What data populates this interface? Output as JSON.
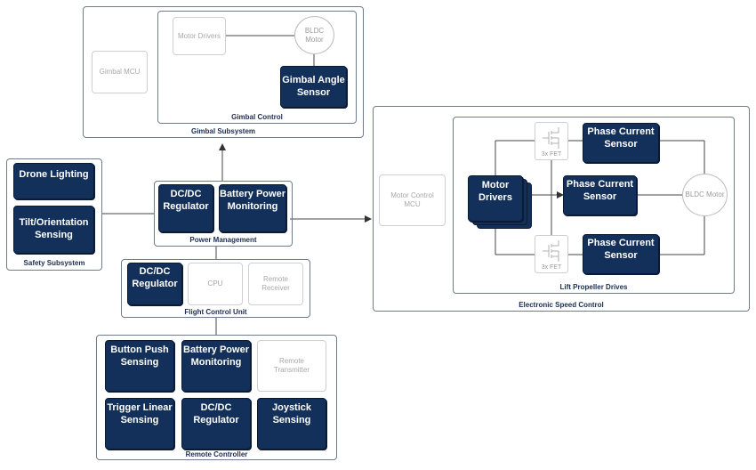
{
  "gimbal_subsystem": {
    "label": "Gimbal Subsystem",
    "mcu": "Gimbal MCU",
    "gimbal_control": {
      "label": "Gimbal Control",
      "motor_drivers": "Motor Drivers",
      "bldc_motor": "BLDC\nMotor",
      "angle_sensor": "Gimbal Angle\nSensor"
    }
  },
  "safety_subsystem": {
    "label": "Safety Subsystem",
    "drone_lighting": "Drone Lighting",
    "tilt_sensing": "Tilt/Orientation\nSensing"
  },
  "power_management": {
    "label": "Power Management",
    "dcdc": "DC/DC\nRegulator",
    "battery_monitor": "Battery Power\nMonitoring"
  },
  "flight_control_unit": {
    "label": "Flight Control Unit",
    "dcdc": "DC/DC\nRegulator",
    "cpu": "CPU",
    "remote_receiver": "Remote\nReceiver"
  },
  "remote_controller": {
    "label": "Remote Controller",
    "button_push": "Button Push\nSensing",
    "battery_monitor": "Battery Power\nMonitoring",
    "remote_transmitter": "Remote\nTransmitter",
    "trigger_linear": "Trigger Linear\nSensing",
    "dcdc": "DC/DC\nRegulator",
    "joystick": "Joystick\nSensing"
  },
  "esc": {
    "label": "Electronic Speed Control",
    "mcu": "Motor Control\nMCU",
    "lift_drives": {
      "label": "Lift Propeller Drives",
      "motor_drivers": "Motor\nDrivers",
      "fet_top": "3x FET",
      "fet_bottom": "3x FET",
      "phase_sensor_1": "Phase Current\nSensor",
      "phase_sensor_2": "Phase Current\nSensor",
      "phase_sensor_3": "Phase Current\nSensor",
      "bldc_motor": "BLDC Motor"
    }
  },
  "colors": {
    "block_dark": "#13305a",
    "border_gray": "#6e7c8c",
    "light_text": "#a8a8a8"
  }
}
